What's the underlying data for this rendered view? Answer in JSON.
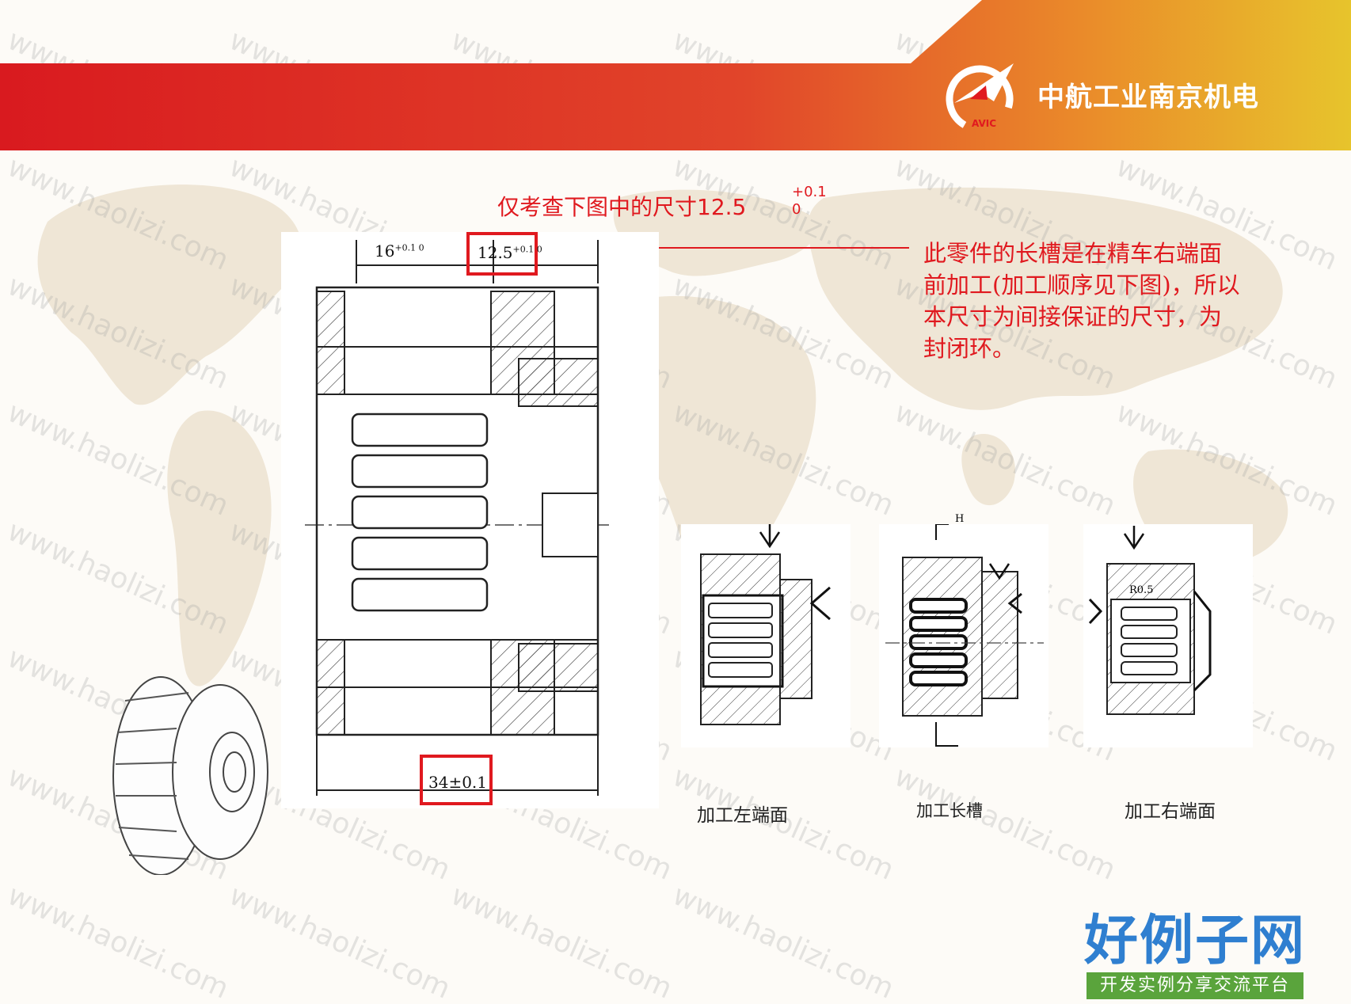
{
  "brand": {
    "name": "中航工业南京机电",
    "logo_text": "AVIC"
  },
  "title": {
    "text": "仅考查下图中的尺寸12.5",
    "tol_upper": "+0.1",
    "tol_lower": "0"
  },
  "note": {
    "text": "此零件的长槽是在精车右端面前加工(加工顺序见下图)，所以本尺寸为间接保证的尺寸，为封闭环。"
  },
  "drawing": {
    "dim_left": "16",
    "dim_left_tol": "+0.1 0",
    "dim_right": "12.5",
    "dim_right_tol": "+0.1 0",
    "dim_total": "34±0.1"
  },
  "process": {
    "steps": [
      {
        "caption": "加工左端面"
      },
      {
        "caption": "加工长槽",
        "mark": "H"
      },
      {
        "caption": "加工右端面",
        "mark": "R0.5"
      }
    ]
  },
  "watermark": {
    "text": "www.haolizi.com"
  },
  "site": {
    "name": "好例子网",
    "tagline": "开发实例分享交流平台"
  },
  "colors": {
    "accent_red": "#e0191f",
    "header_red": "#d91e1e",
    "header_orange": "#e97a25",
    "header_yellow": "#e9c42c",
    "site_blue": "#2f7fd0",
    "site_green": "#5aa43c"
  }
}
